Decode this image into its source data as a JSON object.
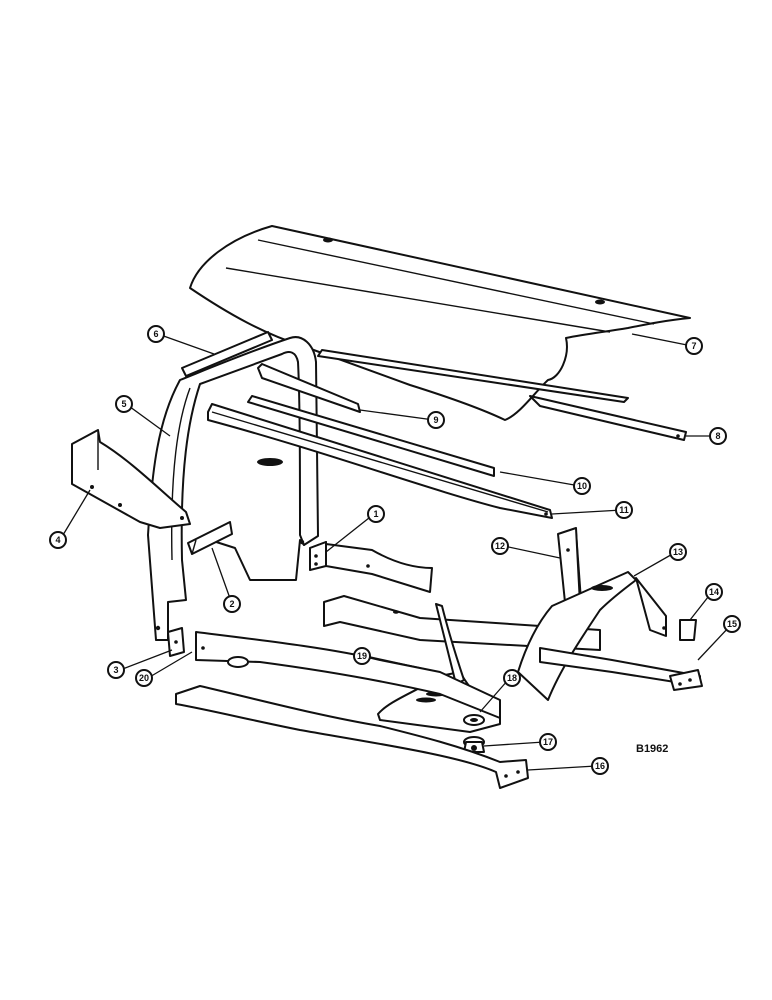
{
  "figure_code": "B1962",
  "callouts": [
    {
      "id": "c1",
      "label": "1"
    },
    {
      "id": "c2",
      "label": "2"
    },
    {
      "id": "c3",
      "label": "3"
    },
    {
      "id": "c4",
      "label": "4"
    },
    {
      "id": "c5",
      "label": "5"
    },
    {
      "id": "c6",
      "label": "6"
    },
    {
      "id": "c7",
      "label": "7"
    },
    {
      "id": "c8",
      "label": "8"
    },
    {
      "id": "c9",
      "label": "9"
    },
    {
      "id": "c10",
      "label": "10"
    },
    {
      "id": "c11",
      "label": "11"
    },
    {
      "id": "c12",
      "label": "12"
    },
    {
      "id": "c13",
      "label": "13"
    },
    {
      "id": "c14",
      "label": "14"
    },
    {
      "id": "c15",
      "label": "15"
    },
    {
      "id": "c16",
      "label": "16"
    },
    {
      "id": "c17",
      "label": "17"
    },
    {
      "id": "c18",
      "label": "18"
    },
    {
      "id": "c19",
      "label": "19"
    },
    {
      "id": "c20",
      "label": "20"
    }
  ]
}
